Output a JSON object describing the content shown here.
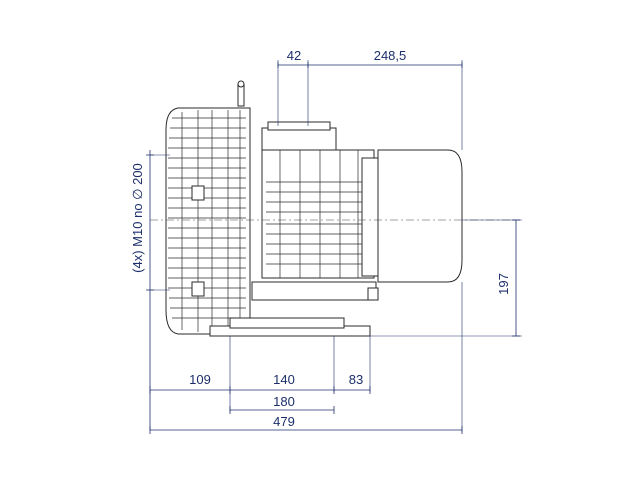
{
  "drawing": {
    "dimensions": {
      "top_left": "42",
      "top_right": "248,5",
      "bottom_109": "109",
      "bottom_140": "140",
      "bottom_83": "83",
      "bottom_180": "180",
      "bottom_479": "479",
      "right_height": "197",
      "left_hole_note": "(4x) M10 no ∅ 200"
    },
    "colors": {
      "dimension": "#1d2f6b",
      "outline": "#2b2b2b"
    }
  }
}
